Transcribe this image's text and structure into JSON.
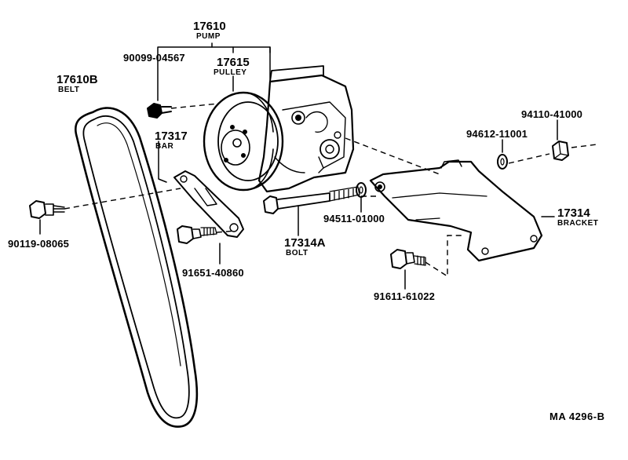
{
  "parts": {
    "pump": {
      "number": "17610",
      "name": "PUMP"
    },
    "pump_bolt": {
      "number": "90099-04567"
    },
    "pulley": {
      "number": "17615",
      "name": "PULLEY"
    },
    "belt": {
      "number": "17610B",
      "name": "BELT"
    },
    "bar": {
      "number": "17317",
      "name": "BAR"
    },
    "belt_bolt": {
      "number": "90119-08065"
    },
    "bar_bolt": {
      "number": "91651-40860"
    },
    "long_bolt": {
      "number": "17314A",
      "name": "BOLT"
    },
    "washer": {
      "number": "94511-01000"
    },
    "nut_washer": {
      "number": "94612-11001"
    },
    "nut": {
      "number": "94110-41000"
    },
    "bracket": {
      "number": "17314",
      "name": "BRACKET"
    },
    "bracket_bolt": {
      "number": "91611-61022"
    }
  },
  "drawing_ref": "MA  4296-B"
}
